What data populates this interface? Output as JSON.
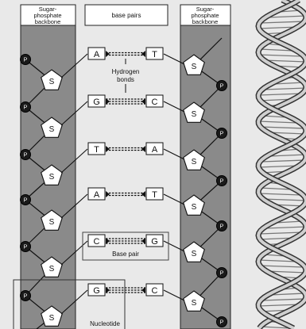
{
  "headers": {
    "left_backbone": [
      "Sugar-",
      "phosphate",
      "backbone"
    ],
    "base_pairs": "base pairs",
    "right_backbone": [
      "Sugar-",
      "phosphate",
      "backbone"
    ]
  },
  "labels": {
    "hydrogen_bonds": [
      "Hydrogen",
      "bonds"
    ],
    "base_pair": "Base pair",
    "nucleotide": "Nucleotide",
    "sugar": "S",
    "phosphate": "P"
  },
  "pairs": [
    {
      "left": "A",
      "right": "T"
    },
    {
      "left": "G",
      "right": "C"
    },
    {
      "left": "T",
      "right": "A"
    },
    {
      "left": "A",
      "right": "T"
    },
    {
      "left": "C",
      "right": "G"
    },
    {
      "left": "G",
      "right": "C"
    }
  ],
  "colors": {
    "background": "#e9e9e9",
    "backbone_fill": "#8a8a8a",
    "phosphate_fill": "#1a1a1a",
    "sugar_fill": "#ffffff",
    "helix_stroke": "#555555"
  }
}
